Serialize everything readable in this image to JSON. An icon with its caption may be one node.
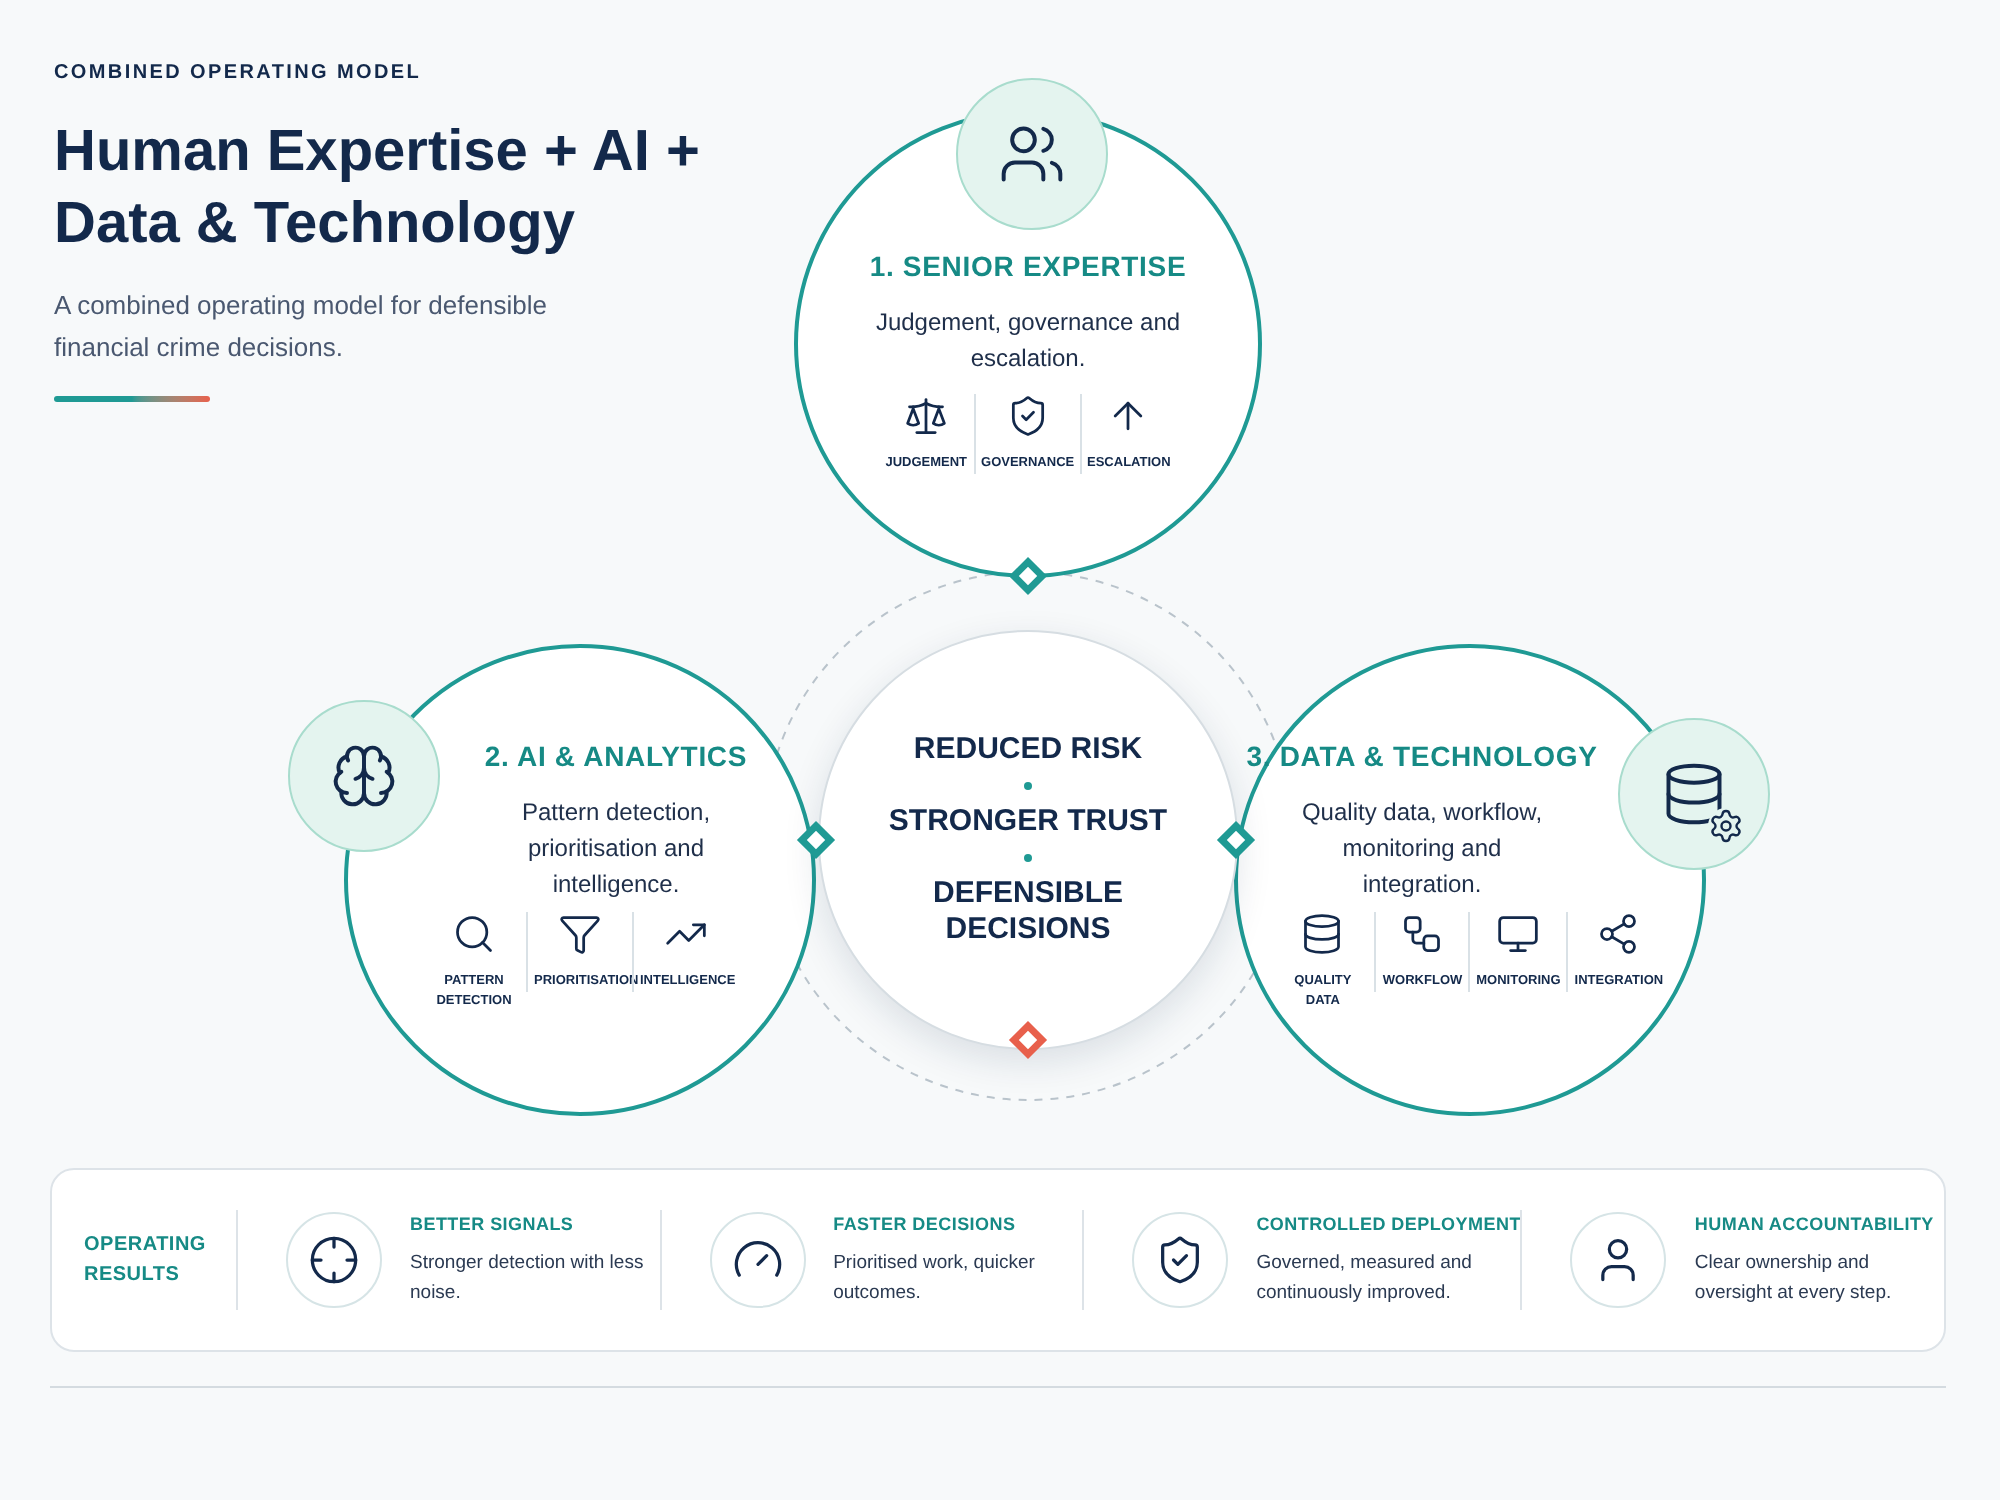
{
  "diagram": {
    "title": "Human Expertise + AI + Data & Technology",
    "nodes": [
      {
        "text": [
          "1. SENIOR EXPERTISE",
          "Judgement, governance and escalation.",
          "JUDGEMENT",
          "GOVERNANCE",
          "ESCALATION"
        ]
      },
      {
        "text": [
          "2. AI & ANALYTICS",
          "Pattern detection, prioritisation and intelligence.",
          "PATTERN DETECTION",
          "PRIORITISATION",
          "INTELLIGENCE"
        ]
      },
      {
        "text": [
          "3. DATA & TECHNOLOGY",
          "Quality data, workflow, monitoring and integration.",
          "QUALITY DATA",
          "WORKFLOW",
          "MONITORING",
          "INTEGRATION"
        ]
      },
      {
        "text": [
          "REDUCED RISK",
          "STRONGER TRUST",
          "DEFENSIBLE DECISIONS"
        ]
      },
      {
        "text": [
          "OPERATING RESULTS",
          "BETTER SIGNALS",
          "Stronger detection with less noise.",
          "FASTER DECISIONS",
          "Prioritised work, quicker outcomes.",
          "CONTROLLED DEPLOYMENT",
          "Governed, measured and continuously improved.",
          "HUMAN ACCOUNTABILITY",
          "Clear ownership and oversight at every step."
        ]
      }
    ],
    "labels": [
      "COMBINED OPERATING MODEL",
      "A combined operating model for defensible financial crime decisions."
    ]
  }
}
